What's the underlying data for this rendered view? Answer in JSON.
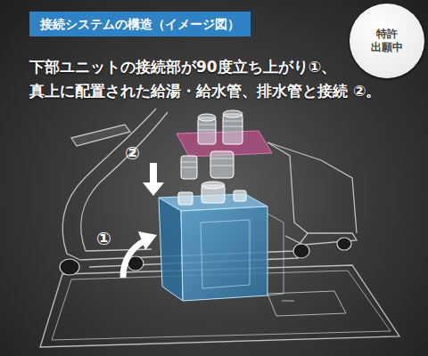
{
  "diagram": {
    "title": "接続システムの構造（イメージ図）",
    "nodes": [
      {
        "text": [
          "特許 出願中"
        ]
      }
    ],
    "labels": [
      "下部ユニットの接続部が90度立ち上がり①、",
      "真上に配置された給湯・給水管、排水管と接続 ②。",
      "②",
      "①"
    ]
  }
}
